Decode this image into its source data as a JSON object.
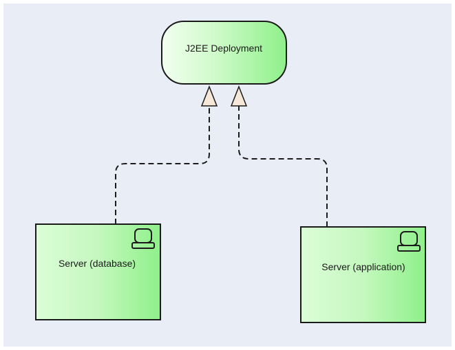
{
  "diagram": {
    "nodes": {
      "deployment": {
        "label": "J2EE Deployment",
        "icon": "none"
      },
      "server_database": {
        "label": "Server (database)",
        "icon": "device-icon"
      },
      "server_application": {
        "label": "Server (application)",
        "icon": "device-icon"
      }
    },
    "edges": [
      {
        "from": "server_database",
        "to": "deployment",
        "style": "dashed",
        "arrowhead": "hollow-triangle"
      },
      {
        "from": "server_application",
        "to": "deployment",
        "style": "dashed",
        "arrowhead": "hollow-triangle"
      }
    ],
    "colors": {
      "background": "#e9edf5",
      "node_fill_light": "#f2fff0",
      "node_fill_dark": "#8ff08a",
      "stroke": "#1a1a1a",
      "arrowhead_fill": "#f6e8d8"
    }
  }
}
